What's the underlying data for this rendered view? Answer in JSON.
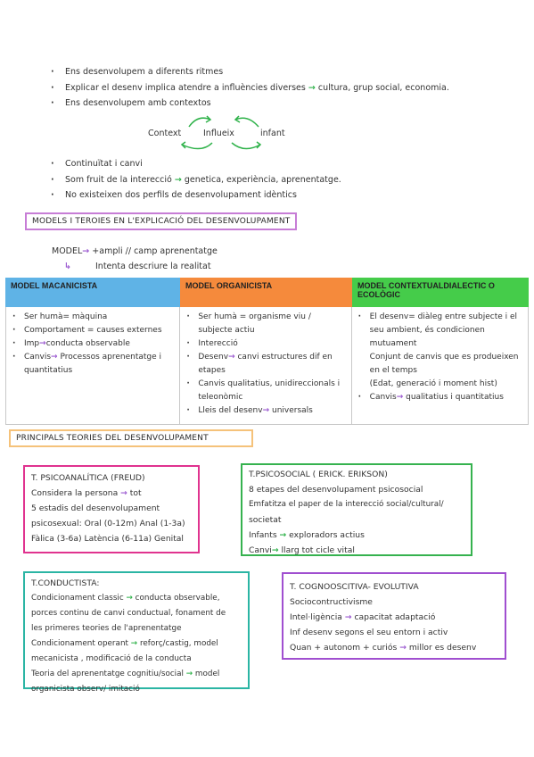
{
  "intro": {
    "bullets_top": [
      {
        "text": "Ens desenvolupem a diferents ritmes"
      },
      {
        "text": "Explicar el desenv implica atendre a influències diverses",
        "after": "cultura, grup social, economia."
      },
      {
        "text": "Ens desenvolupem amb contextos"
      }
    ],
    "diagram": {
      "context": "Context",
      "influeix": "Influeix",
      "infant": "infant"
    },
    "bullets_bottom": [
      {
        "text": "Continuïtat i canvi"
      },
      {
        "text": "Som fruit de la interecció",
        "after": "genetica, experiència, aprenentatge."
      },
      {
        "text": "No existeixen dos perfils de desenvolupament idèntics"
      }
    ]
  },
  "section1": {
    "title": "MODELS I TEROIES EN L'EXPLICACIÓ DEL DESENVOLUPAMENT",
    "border": "#c77dd6"
  },
  "model_note": {
    "line1_a": "MODEL",
    "line1_b": "+ampli // camp aprenentatge",
    "line2": "Intenta descriure la realitat"
  },
  "models_table": {
    "headers": [
      {
        "label": "MODEL MACANICISTA",
        "color": "#5fb3e6"
      },
      {
        "label": "MODEL ORGANICISTA",
        "color": "#f58a3c"
      },
      {
        "label": "MODEL CONTEXTUALDIALECTIC O ECOLÒGIC",
        "color": "#45cc4a"
      }
    ],
    "col1": [
      {
        "text": "Ser humà= màquina"
      },
      {
        "text": "Comportament = causes externes"
      },
      {
        "text": "Imp",
        "after": "conducta observable"
      },
      {
        "text": "Canvis",
        "after": "Processos aprenentatge i quantitatius"
      }
    ],
    "col2": [
      {
        "text": "Ser humà = organisme viu / subjecte actiu"
      },
      {
        "text": "Interecció"
      },
      {
        "text": "Desenv",
        "after": "canvi estructures dif en etapes"
      },
      {
        "text": "Canvis qualitatius, unidireccionals i teleonòmic"
      },
      {
        "text": "Lleis del desenv",
        "after": "universals"
      }
    ],
    "col3_first": "El desenv= diàleg entre subjecte i el seu ambient, és condicionen mutuament",
    "col3_plain": [
      "Conjunt de canvis que es produeixen en el temps",
      "(Edat, generació i moment hist)"
    ],
    "col3_last": {
      "text": "Canvis",
      "after": "qualitatius i quantitatius"
    }
  },
  "section2": {
    "title": "PRINCIPALS TEORIES DEL DESENVOLUPAMENT",
    "border": "#f5c27a"
  },
  "theories": {
    "freud": {
      "color": "#e0338f",
      "title": "T. PSICOANALÍTICA (FREUD)",
      "l1a": "Considera la persona",
      "l1b": "tot",
      "l2": "5 estadis del desenvolupament",
      "l3": "psicosexual: Oral (0-12m) Anal (1-3a)",
      "l4": "Fàlica (3-6a) Latència (6-11a) Genital"
    },
    "erikson": {
      "color": "#36b24f",
      "title": "T.PSICOSOCIAL ( ERICK. ERIKSON)",
      "l1": "8 etapes del desenvolupament psicosocial",
      "l2": "Emfatitza el paper de la interecció social/cultural/",
      "l3": "societat",
      "l4a": "Infants",
      "l4b": "exploradors actius",
      "l5a": "Canvi",
      "l5b": "llarg tot cicle vital"
    },
    "conductista": {
      "color": "#2bb5a4",
      "title": "T.CONDUCTISTA:",
      "l1a": "Condicionament classic",
      "l1b": "conducta observable,",
      "l2": "porces continu de canvi conductual, fonament de",
      "l3": "les primeres teories de l'aprenentatge",
      "l4a": "Condicionament operant",
      "l4b": "reforç/castig, model",
      "l5": "mecanicista , modificació de la conducta",
      "l6a": "Teoria del aprenentatge cognitiu/social",
      "l6b": "model",
      "l7": "organicista observ/ imitació"
    },
    "cognitiva": {
      "color": "#a04fd0",
      "title": "T. COGNOOSCITIVA- EVOLUTIVA",
      "l1": "Sociocontructivisme",
      "l2a": "Intel·ligència",
      "l2b": "capacitat adaptació",
      "l3": "Inf desenv segons el seu entorn i activ",
      "l4a": "Quan + autonom + curiós",
      "l4b": "millor es desenv"
    }
  },
  "colors": {
    "arrow_green": "#2fb24a",
    "arrow_purple": "#9b59d0"
  }
}
